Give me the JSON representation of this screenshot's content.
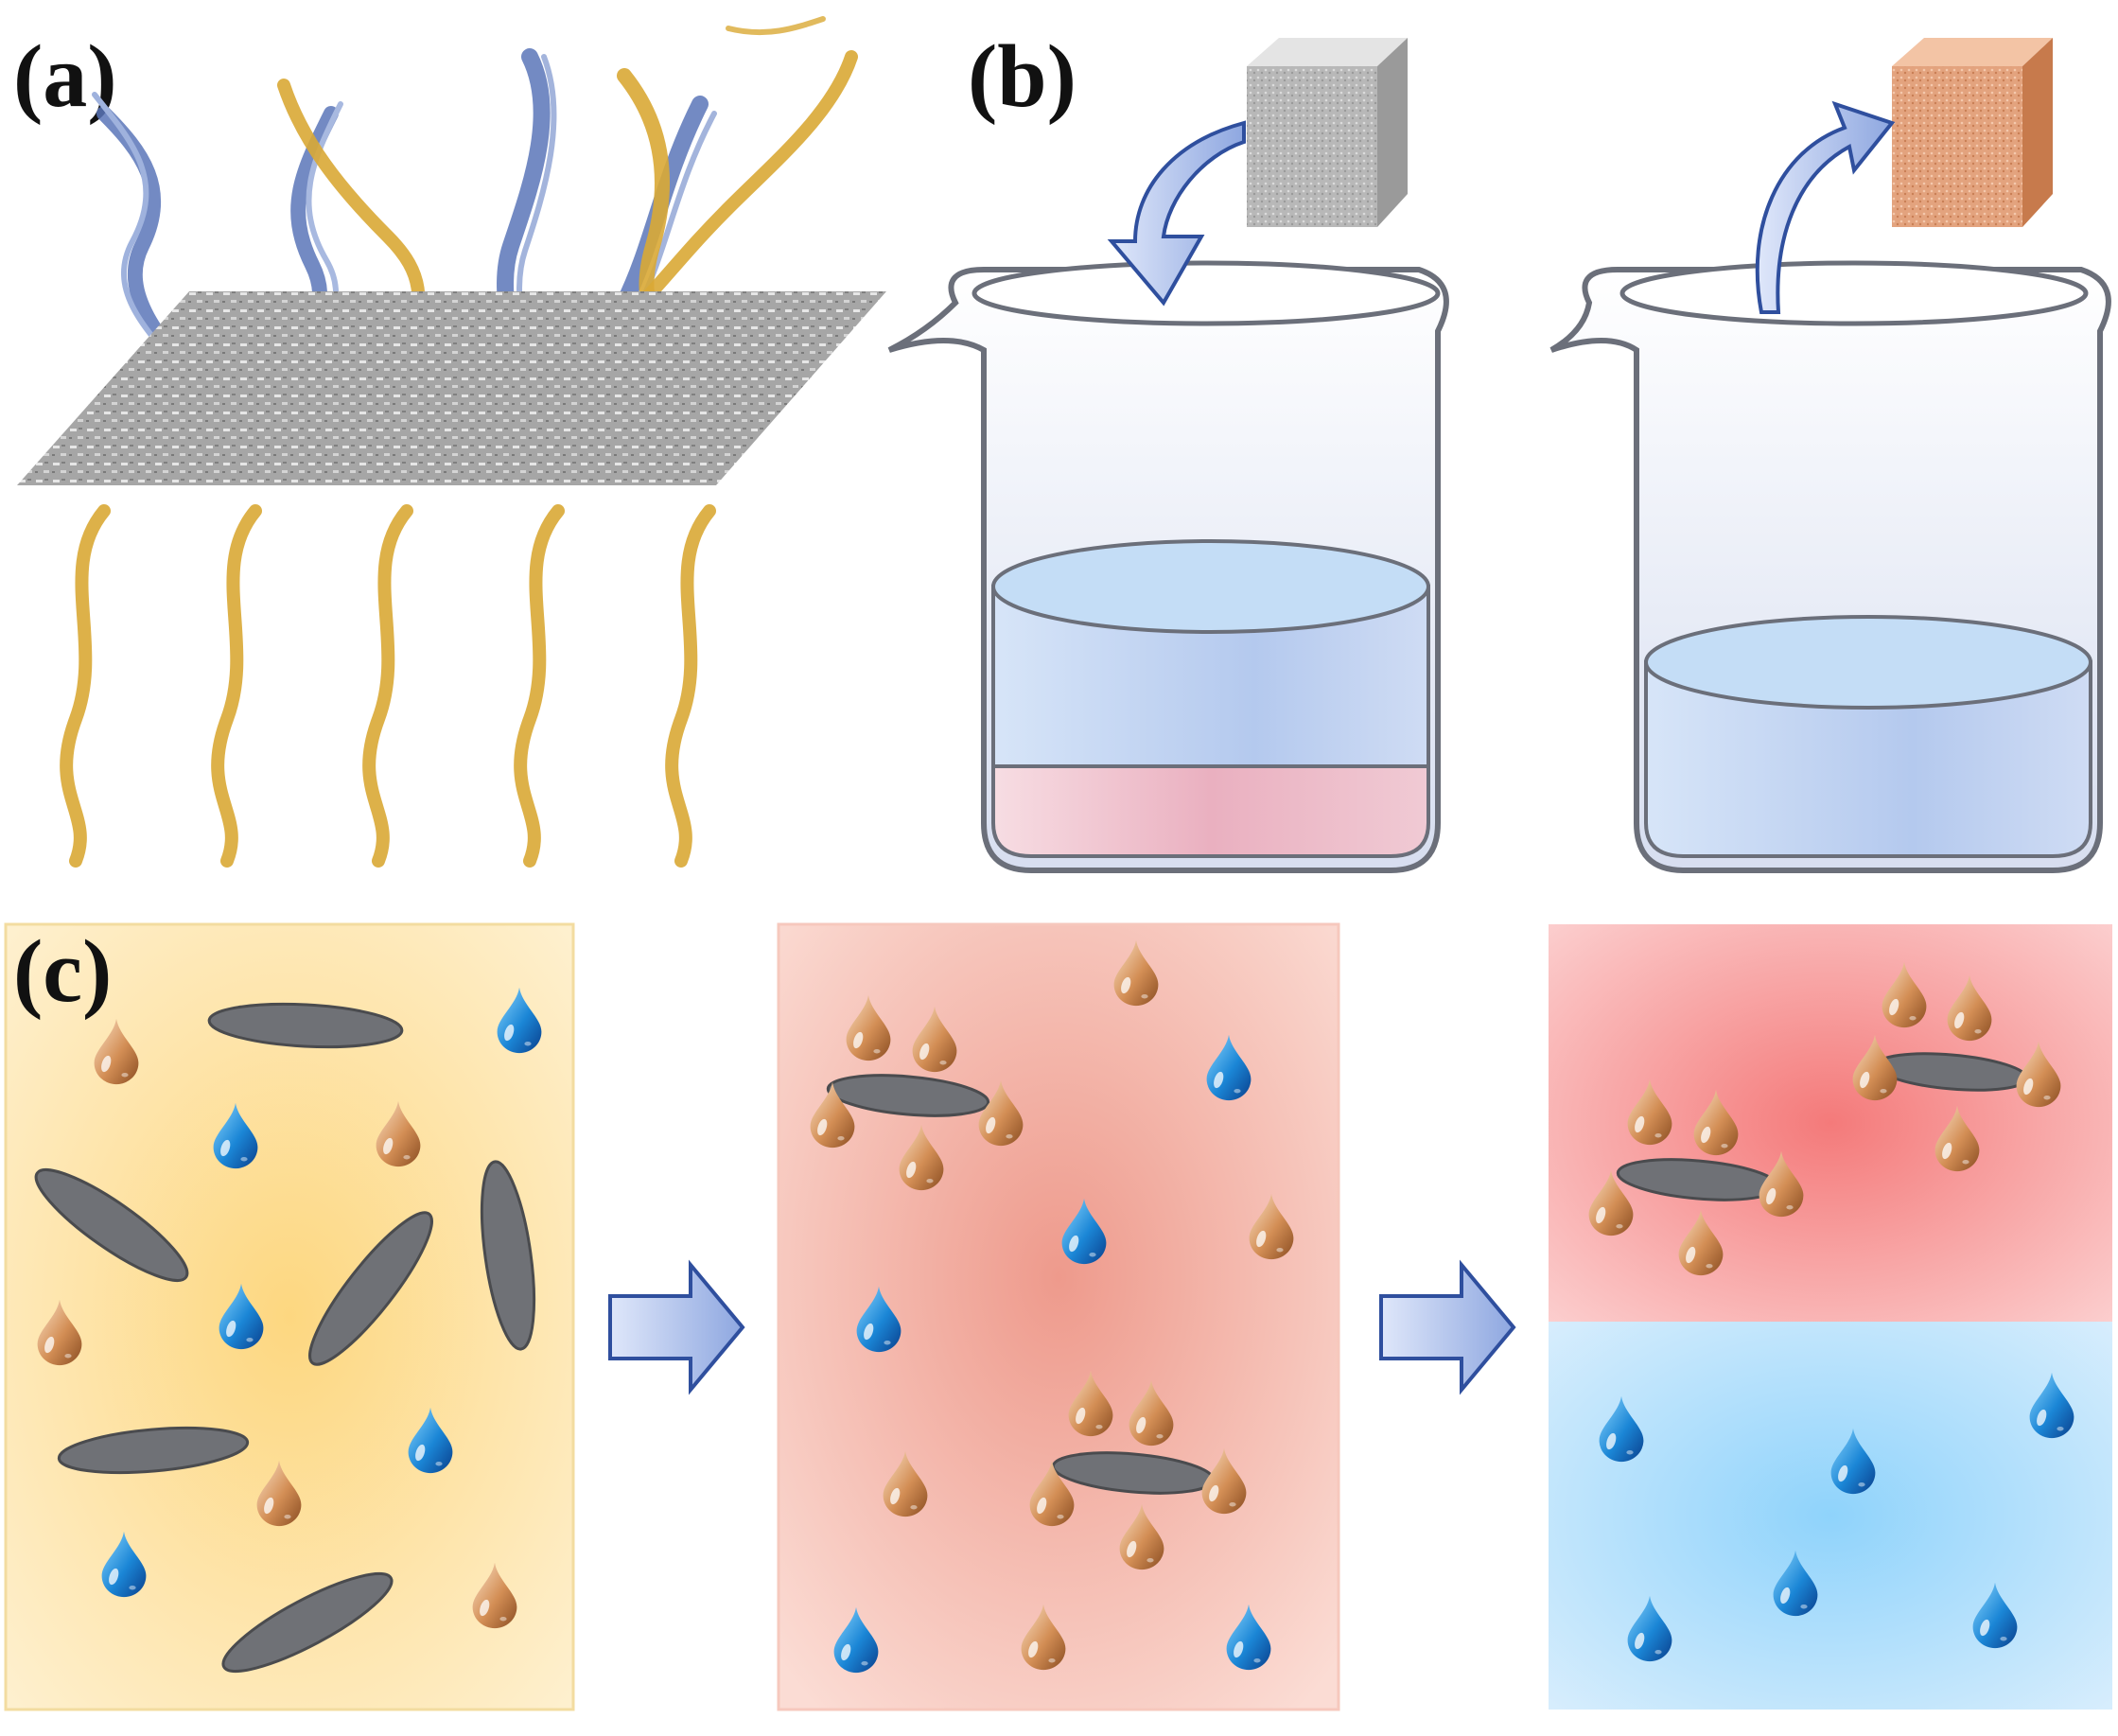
{
  "panels": {
    "a": {
      "label": "(a)"
    },
    "b": {
      "label": "(b)"
    },
    "c": {
      "label": "(c)"
    }
  },
  "colors": {
    "water": "#1b86d6",
    "oil": "#c9844c",
    "water_splash": "#5b76b8",
    "oil_splash": "#d9a935",
    "sheet": "#7d7f83",
    "membrane": "#9a9a9a",
    "beaker_glass": "#dbe3f3",
    "sponge_clean": "#b8b8b8",
    "sponge_oily": "#e0a07a",
    "arrow_fill": "#9fb6e8",
    "arrow_stroke": "#2f4f9e",
    "mixture_bg": "#fde5a8",
    "emulsion_bg": "#f4b3a4",
    "oil_layer_bg": "#f8a0a0",
    "water_layer_bg": "#bfe3fa"
  },
  "icons": [
    "water-drop-icon",
    "oil-drop-icon",
    "sponge-icon",
    "beaker-icon",
    "process-arrow-icon"
  ]
}
